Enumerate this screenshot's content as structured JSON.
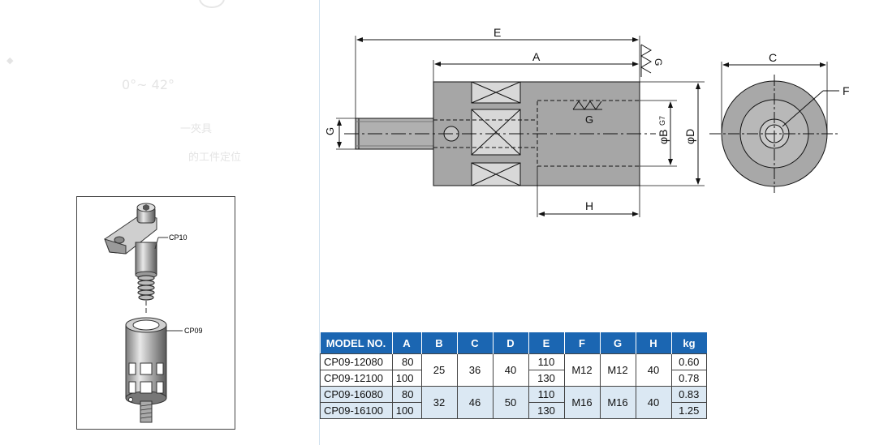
{
  "background_faint_text": {
    "angle": "0°~ 42°",
    "line1": "一夾具",
    "line2": "的工件定位",
    "marker": "◆"
  },
  "assembly": {
    "label_top": "CP10",
    "label_bottom": "CP09"
  },
  "drawing": {
    "dim_E": "E",
    "dim_A": "A",
    "dim_C": "C",
    "dim_F": "F",
    "dim_G_left": "G",
    "dim_G_thread": "G",
    "dim_G_symbol": "G",
    "dim_B": "φB",
    "dim_B_tol": "G7",
    "dim_D": "φD",
    "dim_H": "H"
  },
  "table": {
    "headers": [
      "MODEL NO.",
      "A",
      "B",
      "C",
      "D",
      "E",
      "F",
      "G",
      "H",
      "kg"
    ],
    "groups": [
      {
        "B": "25",
        "C": "36",
        "D": "40",
        "F": "M12",
        "G": "M12",
        "H": "40",
        "rows": [
          {
            "model": "CP09-12080",
            "A": "80",
            "E": "110",
            "kg": "0.60"
          },
          {
            "model": "CP09-12100",
            "A": "100",
            "E": "130",
            "kg": "0.78"
          }
        ]
      },
      {
        "B": "32",
        "C": "46",
        "D": "50",
        "F": "M16",
        "G": "M16",
        "H": "40",
        "rows": [
          {
            "model": "CP09-16080",
            "A": "80",
            "E": "110",
            "kg": "0.83"
          },
          {
            "model": "CP09-16100",
            "A": "100",
            "E": "130",
            "kg": "1.25"
          }
        ]
      }
    ]
  }
}
